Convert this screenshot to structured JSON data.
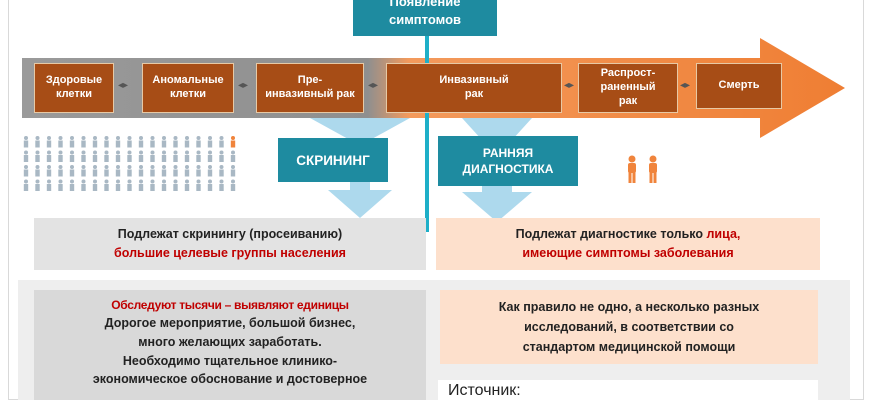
{
  "header": {
    "symptoms_line1": "Появление",
    "symptoms_line2": "симптомов"
  },
  "stages": [
    {
      "line1": "Здоровые",
      "line2": "клетки"
    },
    {
      "line1": "Аномальные",
      "line2": "клетки"
    },
    {
      "line1": "Пре-",
      "line2": "инвазивный рак"
    },
    {
      "line1": "Инвазивный",
      "line2": "рак"
    },
    {
      "line1": "Распрост-",
      "line2": "раненный",
      "line3": "рак"
    },
    {
      "line1": "Смерть",
      "line2": ""
    }
  ],
  "screening": {
    "label": "СКРИНИНГ"
  },
  "early_diagnosis": {
    "line1": "РАННЯЯ",
    "line2": "ДИАГНОСТИКА"
  },
  "left_panel": {
    "line1": "Подлежат скринингу (просеиванию)",
    "line2": "большие  целевые группы населения"
  },
  "right_panel": {
    "line1": "Подлежат диагностике только",
    "line1_red": "лица,",
    "line2": "имеющие симптомы заболевания"
  },
  "left_detail": {
    "red_line": "Обследуют тысячи – выявляют единицы",
    "line2": "Дорогое мероприятие, большой бизнес,",
    "line3": "много желающих заработать.",
    "line4": "Необходимо тщательное клинико-",
    "line5": "экономическое обоснование  и достоверное"
  },
  "right_detail": {
    "line1": "Как правило не одно, а несколько разных",
    "line2": "исследований, в соответствии со",
    "line3": "стандартом  медицинской помощи"
  },
  "source": {
    "label": "Источник:"
  },
  "colors": {
    "teal": "#1e8ba0",
    "brown": "#a74d16",
    "orange": "#f0843c",
    "light_blue": "#a9d7ec",
    "red": "#c00000",
    "peach": "#fde0cc",
    "grey_panel": "#e6e6e6"
  }
}
